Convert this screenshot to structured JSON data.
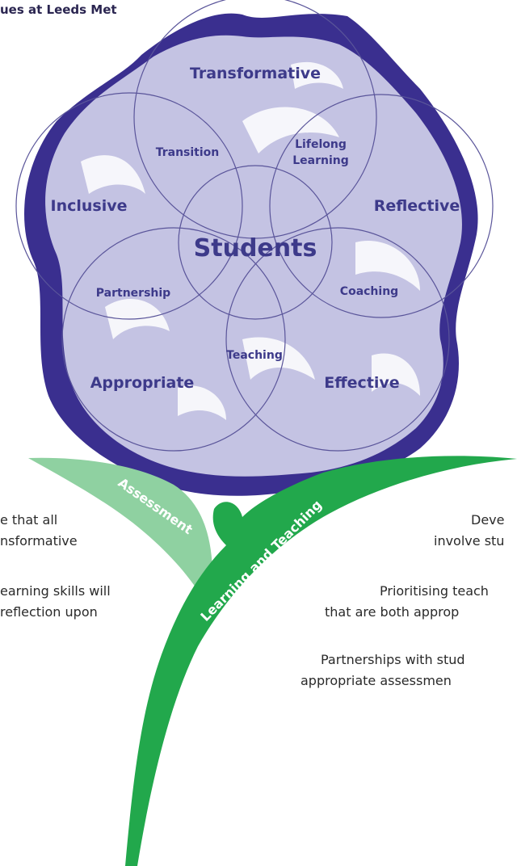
{
  "header": {
    "title": "ues at Leeds Met"
  },
  "flower": {
    "petals": {
      "transformative": "Transformative",
      "inclusive": "Inclusive",
      "reflective": "Reflective",
      "appropriate": "Appropriate",
      "effective": "Effective"
    },
    "inner": {
      "transition": "Transition",
      "lifelong_1": "Lifelong",
      "lifelong_2": "Learning",
      "partnership": "Partnership",
      "coaching": "Coaching",
      "teaching": "Teaching"
    },
    "center": "Students"
  },
  "leaves": {
    "assessment": "Assessment",
    "learning_teaching": "Learning and Teaching"
  },
  "left_text": {
    "line1": "e that all",
    "line2": "nsformative",
    "line3": "earning skills will",
    "line4": "reflection upon"
  },
  "right_text": {
    "line1": "Deve",
    "line2": "involve stu",
    "line3": "Prioritising teach",
    "line4": "that are both approp",
    "line5": "Partnerships with stud",
    "line6": "appropriate assessmen"
  },
  "colors": {
    "dark_purple": "#3a2f8f",
    "light_lavender": "#c4c3e3",
    "pale_lavender": "#e4e3f3",
    "leaf_light": "#8fd1a1",
    "leaf_dark": "#22a84c",
    "label": "#3d3a8a"
  }
}
